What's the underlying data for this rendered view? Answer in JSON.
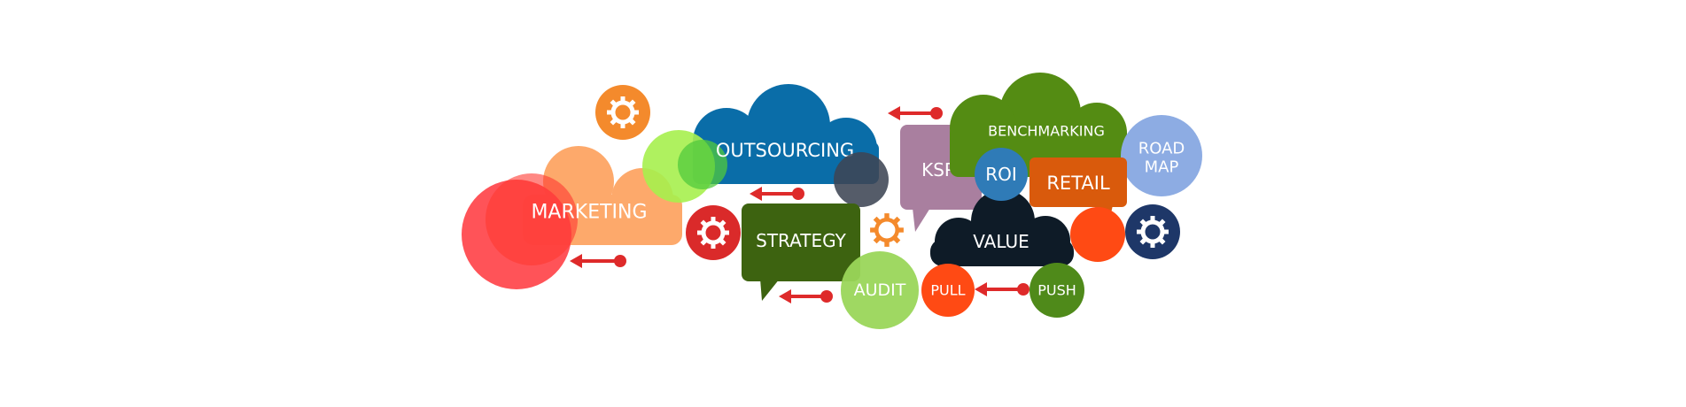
{
  "labels": {
    "marketing": "MARKETING",
    "outsourcing": "OUTSOURCING",
    "strategy": "STRATEGY",
    "audit": "AUDIT",
    "kspi": "KSPI",
    "roi": "ROI",
    "benchmarking": "BENCHMARKING",
    "retail": "RETAIL",
    "road": "ROAD",
    "map": "MAP",
    "value": "VALUE",
    "pull": "PULL",
    "push": "PUSH"
  },
  "colors": {
    "marketing_cloud": "#FDA96B",
    "red_circle": "#FF4A4F",
    "lime_circle": "#A6F04E",
    "outsourcing_cloud": "#0A6DA8",
    "dark_circle": "#3E4654",
    "strategy_bubble": "#3D6310",
    "audit_circle": "#9AD65A",
    "kspi_bubble": "#A97F9F",
    "roi_circle": "#2F7BB7",
    "benchmarking_cloud": "#548C13",
    "retail_bubble": "#D95A0C",
    "roadmap_circle": "#8DACE3",
    "value_cloud": "#0E1B27",
    "orange_red": "#FF4A14",
    "push_circle": "#4F8A1A",
    "arrow": "#DE2A2A",
    "gear_orange": "#F48A2C",
    "gear_red": "#DA2A2A",
    "gear_navy": "#1E3768"
  },
  "icons": [
    "gear-icon",
    "arrow-left-icon"
  ]
}
